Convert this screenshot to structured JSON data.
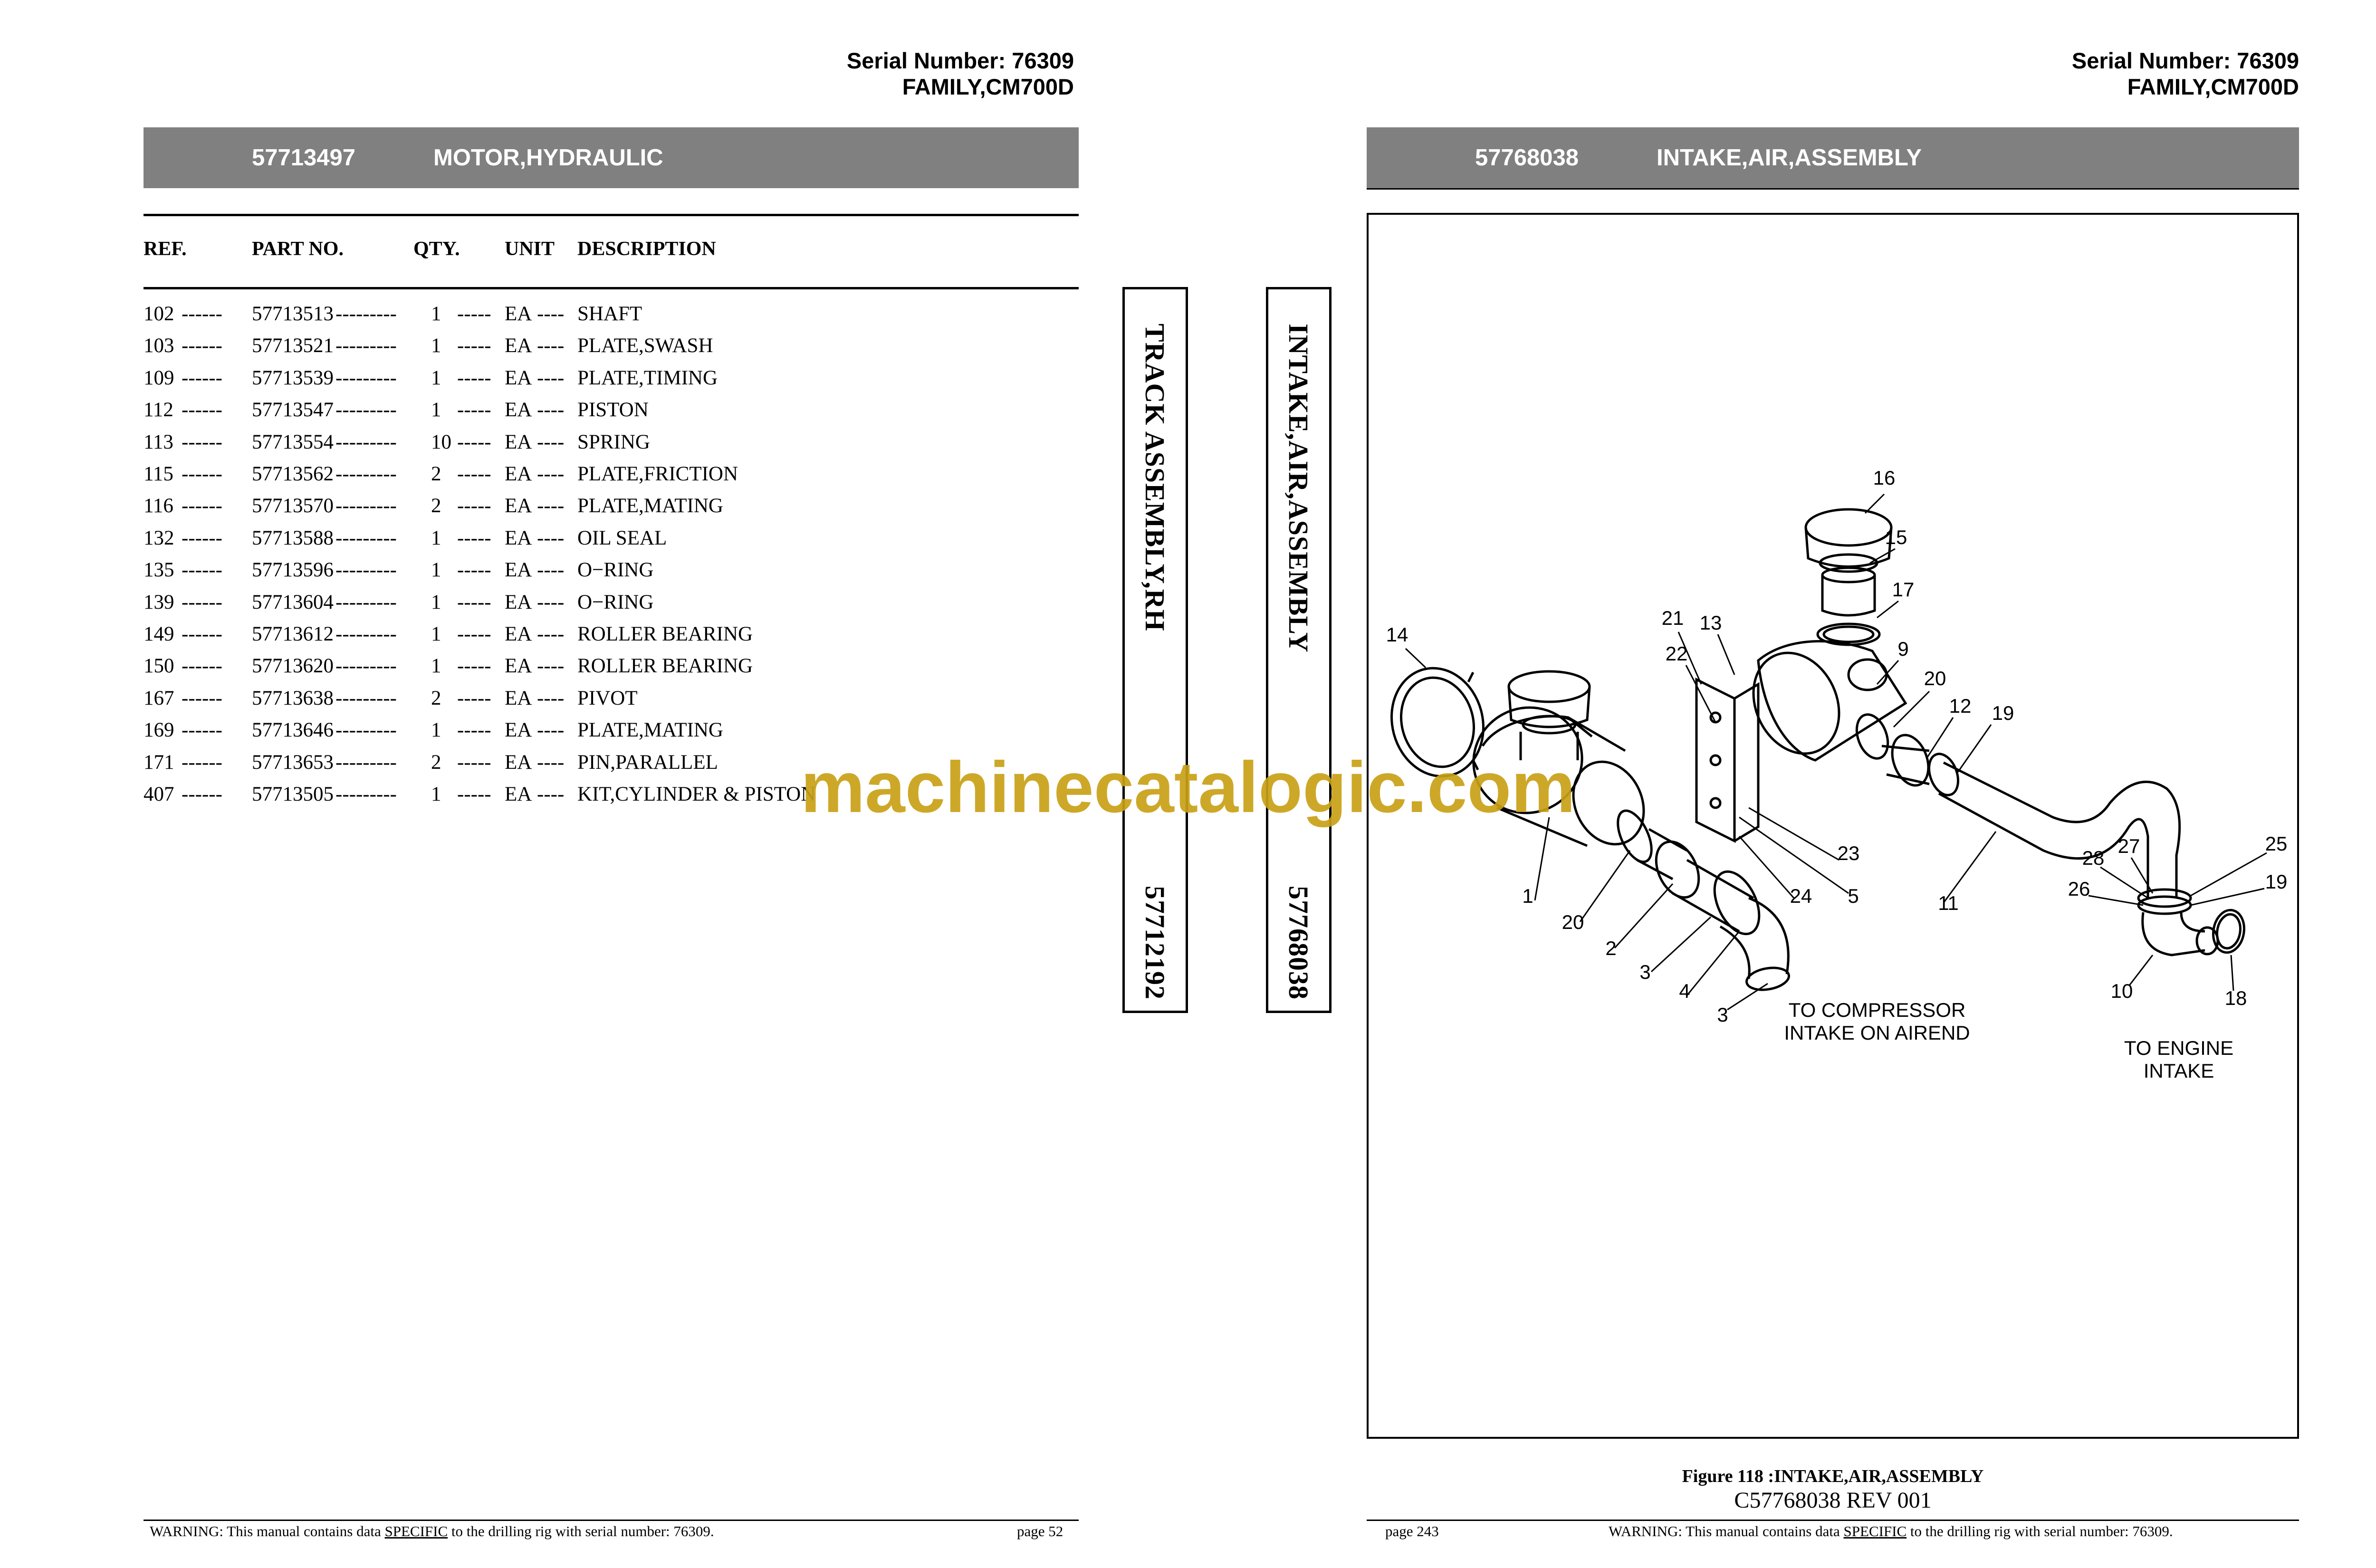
{
  "left_page": {
    "serial_number": "Serial Number: 76309",
    "family": "FAMILY,CM700D",
    "part_number": "57713497",
    "title": "MOTOR,HYDRAULIC",
    "columns": {
      "ref": "REF.",
      "part_no": "PART NO.",
      "qty": "QTY.",
      "unit": "UNIT",
      "description": "DESCRIPTION"
    },
    "parts": [
      {
        "ref": "102",
        "part_no": "57713513",
        "qty": "1",
        "unit": "EA",
        "description": "SHAFT"
      },
      {
        "ref": "103",
        "part_no": "57713521",
        "qty": "1",
        "unit": "EA",
        "description": "PLATE,SWASH"
      },
      {
        "ref": "109",
        "part_no": "57713539",
        "qty": "1",
        "unit": "EA",
        "description": "PLATE,TIMING"
      },
      {
        "ref": "112",
        "part_no": "57713547",
        "qty": "1",
        "unit": "EA",
        "description": "PISTON"
      },
      {
        "ref": "113",
        "part_no": "57713554",
        "qty": "10",
        "unit": "EA",
        "description": "SPRING"
      },
      {
        "ref": "115",
        "part_no": "57713562",
        "qty": "2",
        "unit": "EA",
        "description": "PLATE,FRICTION"
      },
      {
        "ref": "116",
        "part_no": "57713570",
        "qty": "2",
        "unit": "EA",
        "description": "PLATE,MATING"
      },
      {
        "ref": "132",
        "part_no": "57713588",
        "qty": "1",
        "unit": "EA",
        "description": "OIL SEAL"
      },
      {
        "ref": "135",
        "part_no": "57713596",
        "qty": "1",
        "unit": "EA",
        "description": "O−RING"
      },
      {
        "ref": "139",
        "part_no": "57713604",
        "qty": "1",
        "unit": "EA",
        "description": "O−RING"
      },
      {
        "ref": "149",
        "part_no": "57713612",
        "qty": "1",
        "unit": "EA",
        "description": "ROLLER BEARING"
      },
      {
        "ref": "150",
        "part_no": "57713620",
        "qty": "1",
        "unit": "EA",
        "description": "ROLLER BEARING"
      },
      {
        "ref": "167",
        "part_no": "57713638",
        "qty": "2",
        "unit": "EA",
        "description": "PIVOT"
      },
      {
        "ref": "169",
        "part_no": "57713646",
        "qty": "1",
        "unit": "EA",
        "description": "PLATE,MATING"
      },
      {
        "ref": "171",
        "part_no": "57713653",
        "qty": "2",
        "unit": "EA",
        "description": "PIN,PARALLEL"
      },
      {
        "ref": "407",
        "part_no": "57713505",
        "qty": "1",
        "unit": "EA",
        "description": "KIT,CYLINDER & PISTON"
      }
    ],
    "footer_warning_pre": "WARNING:  This manual contains data ",
    "footer_warning_em": "SPECIFIC",
    "footer_warning_post": " to the drilling rig with serial number: 76309.",
    "page": "page 52"
  },
  "tabs": [
    {
      "title": "TRACK ASSEMBLY,RH",
      "number": "57712192"
    },
    {
      "title": "INTAKE,AIR,ASSEMBLY",
      "number": "57768038"
    }
  ],
  "right_page": {
    "serial_number": "Serial Number: 76309",
    "family": "FAMILY,CM700D",
    "part_number": "57768038",
    "title": "INTAKE,AIR,ASSEMBLY",
    "callouts": [
      "16",
      "15",
      "17",
      "14",
      "21",
      "13",
      "22",
      "9",
      "20",
      "12",
      "19",
      "1",
      "20",
      "2",
      "3",
      "4",
      "3",
      "23",
      "24",
      "5",
      "11",
      "25",
      "27",
      "28",
      "26",
      "19",
      "10",
      "18"
    ],
    "notes": {
      "compressor_1": "TO COMPRESSOR",
      "compressor_2": "INTAKE ON AIREND",
      "engine_1": "TO ENGINE",
      "engine_2": "INTAKE"
    },
    "figure_caption": "Figure 118 :INTAKE,AIR,ASSEMBLY",
    "figure_rev": "C57768038 REV 001",
    "page": "page 243",
    "footer_warning_pre": "WARNING:  This manual contains data ",
    "footer_warning_em": "SPECIFIC",
    "footer_warning_post": " to the drilling rig with serial number: 76309."
  },
  "watermark": "machinecatalogic.com"
}
